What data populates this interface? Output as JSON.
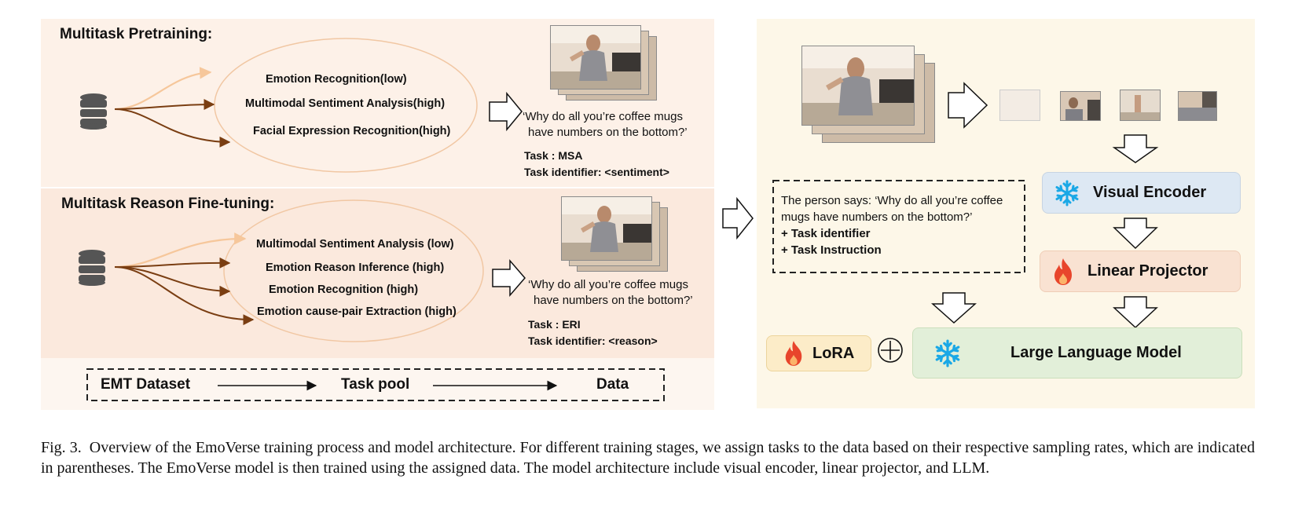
{
  "pretraining": {
    "title": "Multitask Pretraining:",
    "tasks": [
      "Emotion Recognition(low)",
      "Multimodal Sentiment Analysis(high)",
      "Facial Expression Recognition(high)"
    ],
    "quote_line1": "‘Why do all you’re coffee mugs",
    "quote_line2": "have numbers on the bottom?’",
    "task": "Task : MSA",
    "task_identifier": "Task identifier: <sentiment>"
  },
  "finetuning": {
    "title": "Multitask Reason Fine-tuning:",
    "tasks": [
      "Multimodal  Sentiment Analysis (low)",
      "Emotion Reason Inference (high)",
      "Emotion Recognition (high)",
      "Emotion cause-pair Extraction (high)"
    ],
    "quote_line1": "‘Why do all you’re coffee mugs",
    "quote_line2": "have numbers on the bottom?’",
    "task": "Task : ERI",
    "task_identifier": "Task identifier: <reason>"
  },
  "pipeline": {
    "dataset": "EMT Dataset",
    "task_pool": "Task pool",
    "data": "Data"
  },
  "architecture": {
    "prompt_line1": "The person says: ‘Why do all you’re coffee",
    "prompt_line2": "mugs have numbers on the bottom?’",
    "prompt_line3": "+ Task identifier",
    "prompt_line4": "+ Task Instruction",
    "visual_encoder": "Visual Encoder",
    "linear_projector": "Linear Projector",
    "lora": "LoRA",
    "llm": "Large Language Model",
    "plus_symbol": "⊕"
  },
  "caption": {
    "fig_label": "Fig. 3.",
    "text": "Overview of the EmoVerse training process and model architecture. For different training stages, we assign tasks to the data based on their respective sampling rates, which are indicated in parentheses. The EmoVerse model is then trained using the assigned data. The model architecture include visual encoder, linear projector, and LLM."
  },
  "colors": {
    "left_top_bg": "#fdf1e8",
    "left_mid_bg": "#fbe9dd",
    "left_bot_bg": "#fdf6f0",
    "right_bg": "#fdf7e8",
    "visual_encoder_bg": "#dde8f3",
    "linear_projector_bg": "#f9e2d2",
    "lora_bg": "#fcecc8",
    "llm_bg": "#e2efd9",
    "snowflake": "#1aa8e6",
    "flame": "#e8452c",
    "curve_dark": "#7a3e12",
    "curve_light": "#f6c79b"
  }
}
